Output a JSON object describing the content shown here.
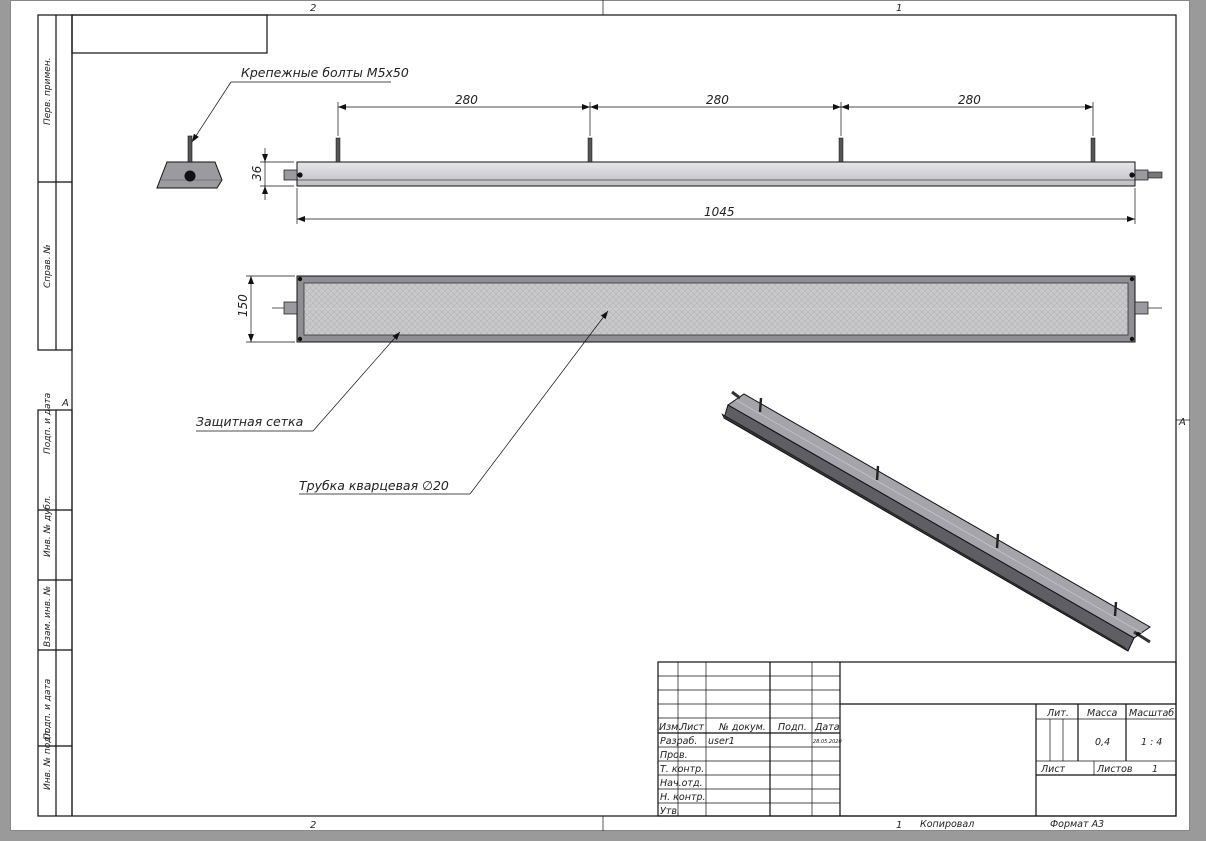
{
  "zones": {
    "top_left": "2",
    "top_right": "1",
    "bottom_left": "2",
    "bottom_right": "1",
    "side_left": "A",
    "side_right": "A"
  },
  "side_stamps": {
    "perv_primen": "Перв. примен.",
    "sprav_no": "Справ. №",
    "podp_data_1": "Подп. и дата",
    "inv_dubl": "Инв. № дубл.",
    "vzam_inv": "Взам. инв. №",
    "podp_data_2": "Подп. и дата",
    "inv_podl": "Инв. № подл."
  },
  "callouts": {
    "bolts": "Крепежные болты М5х50",
    "mesh": "Защитная сетка",
    "tube": "Трубка кварцевая ∅20"
  },
  "dimensions": {
    "spacing_1": "280",
    "spacing_2": "280",
    "spacing_3": "280",
    "height": "36",
    "length": "1045",
    "width": "150"
  },
  "title_block": {
    "headers": {
      "izm": "Изм.",
      "list": "Лист",
      "doc_no": "№ докум.",
      "podp": "Подп.",
      "data": "Дата"
    },
    "rows": {
      "razrab": "Разраб.",
      "razrab_name": "user1",
      "razrab_date": "28.05.2020",
      "prov": "Пров.",
      "t_kontr": "Т. контр.",
      "nach_otd": "Нач.отд.",
      "n_kontr": "Н. контр.",
      "utv": "Утв."
    },
    "lit_label": "Лит.",
    "massa_label": "Масса",
    "masshtab_label": "Масштаб",
    "massa_value": "0,4",
    "masshtab_value": "1 : 4",
    "list_label": "Лист",
    "listov_label": "Листов",
    "listov_value": "1"
  },
  "footer": {
    "kopiroval": "Копировал",
    "format": "Формат А3"
  }
}
